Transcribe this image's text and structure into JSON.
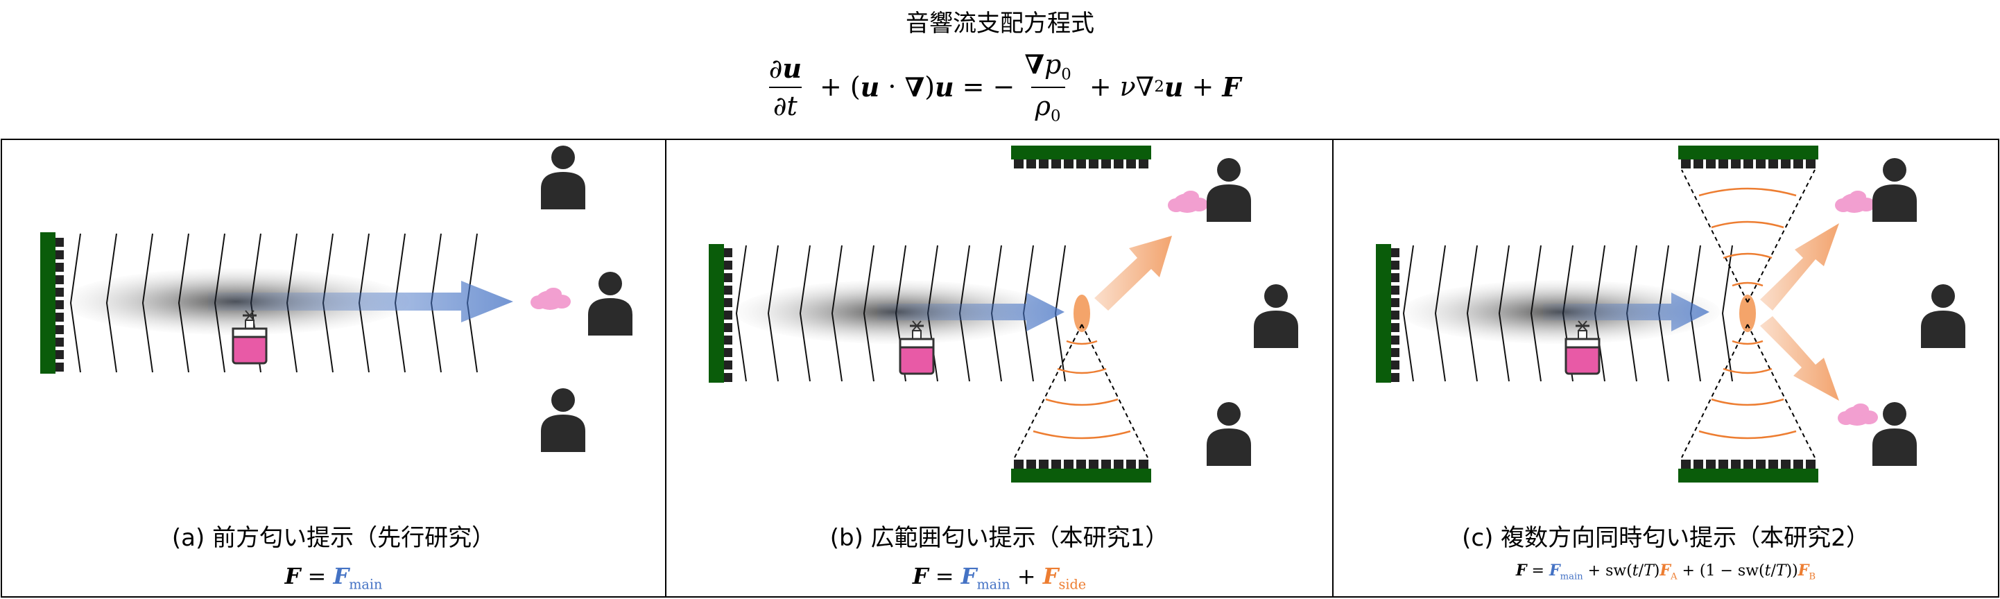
{
  "title": "音響流支配方程式",
  "panels": [
    {
      "caption": "(a) 前方匂い提示（先行研究）"
    },
    {
      "caption": "(b) 広範囲匂い提示（本研究1）"
    },
    {
      "caption": "(c) 複数方向同時匂い提示（本研究2）"
    }
  ],
  "colors": {
    "main": "#4472c4",
    "side": "#ed7d31",
    "array": "#0a5c0a",
    "person": "#2b2b2b",
    "odor": "#f29fd0",
    "bottle": "#e85aa6"
  }
}
